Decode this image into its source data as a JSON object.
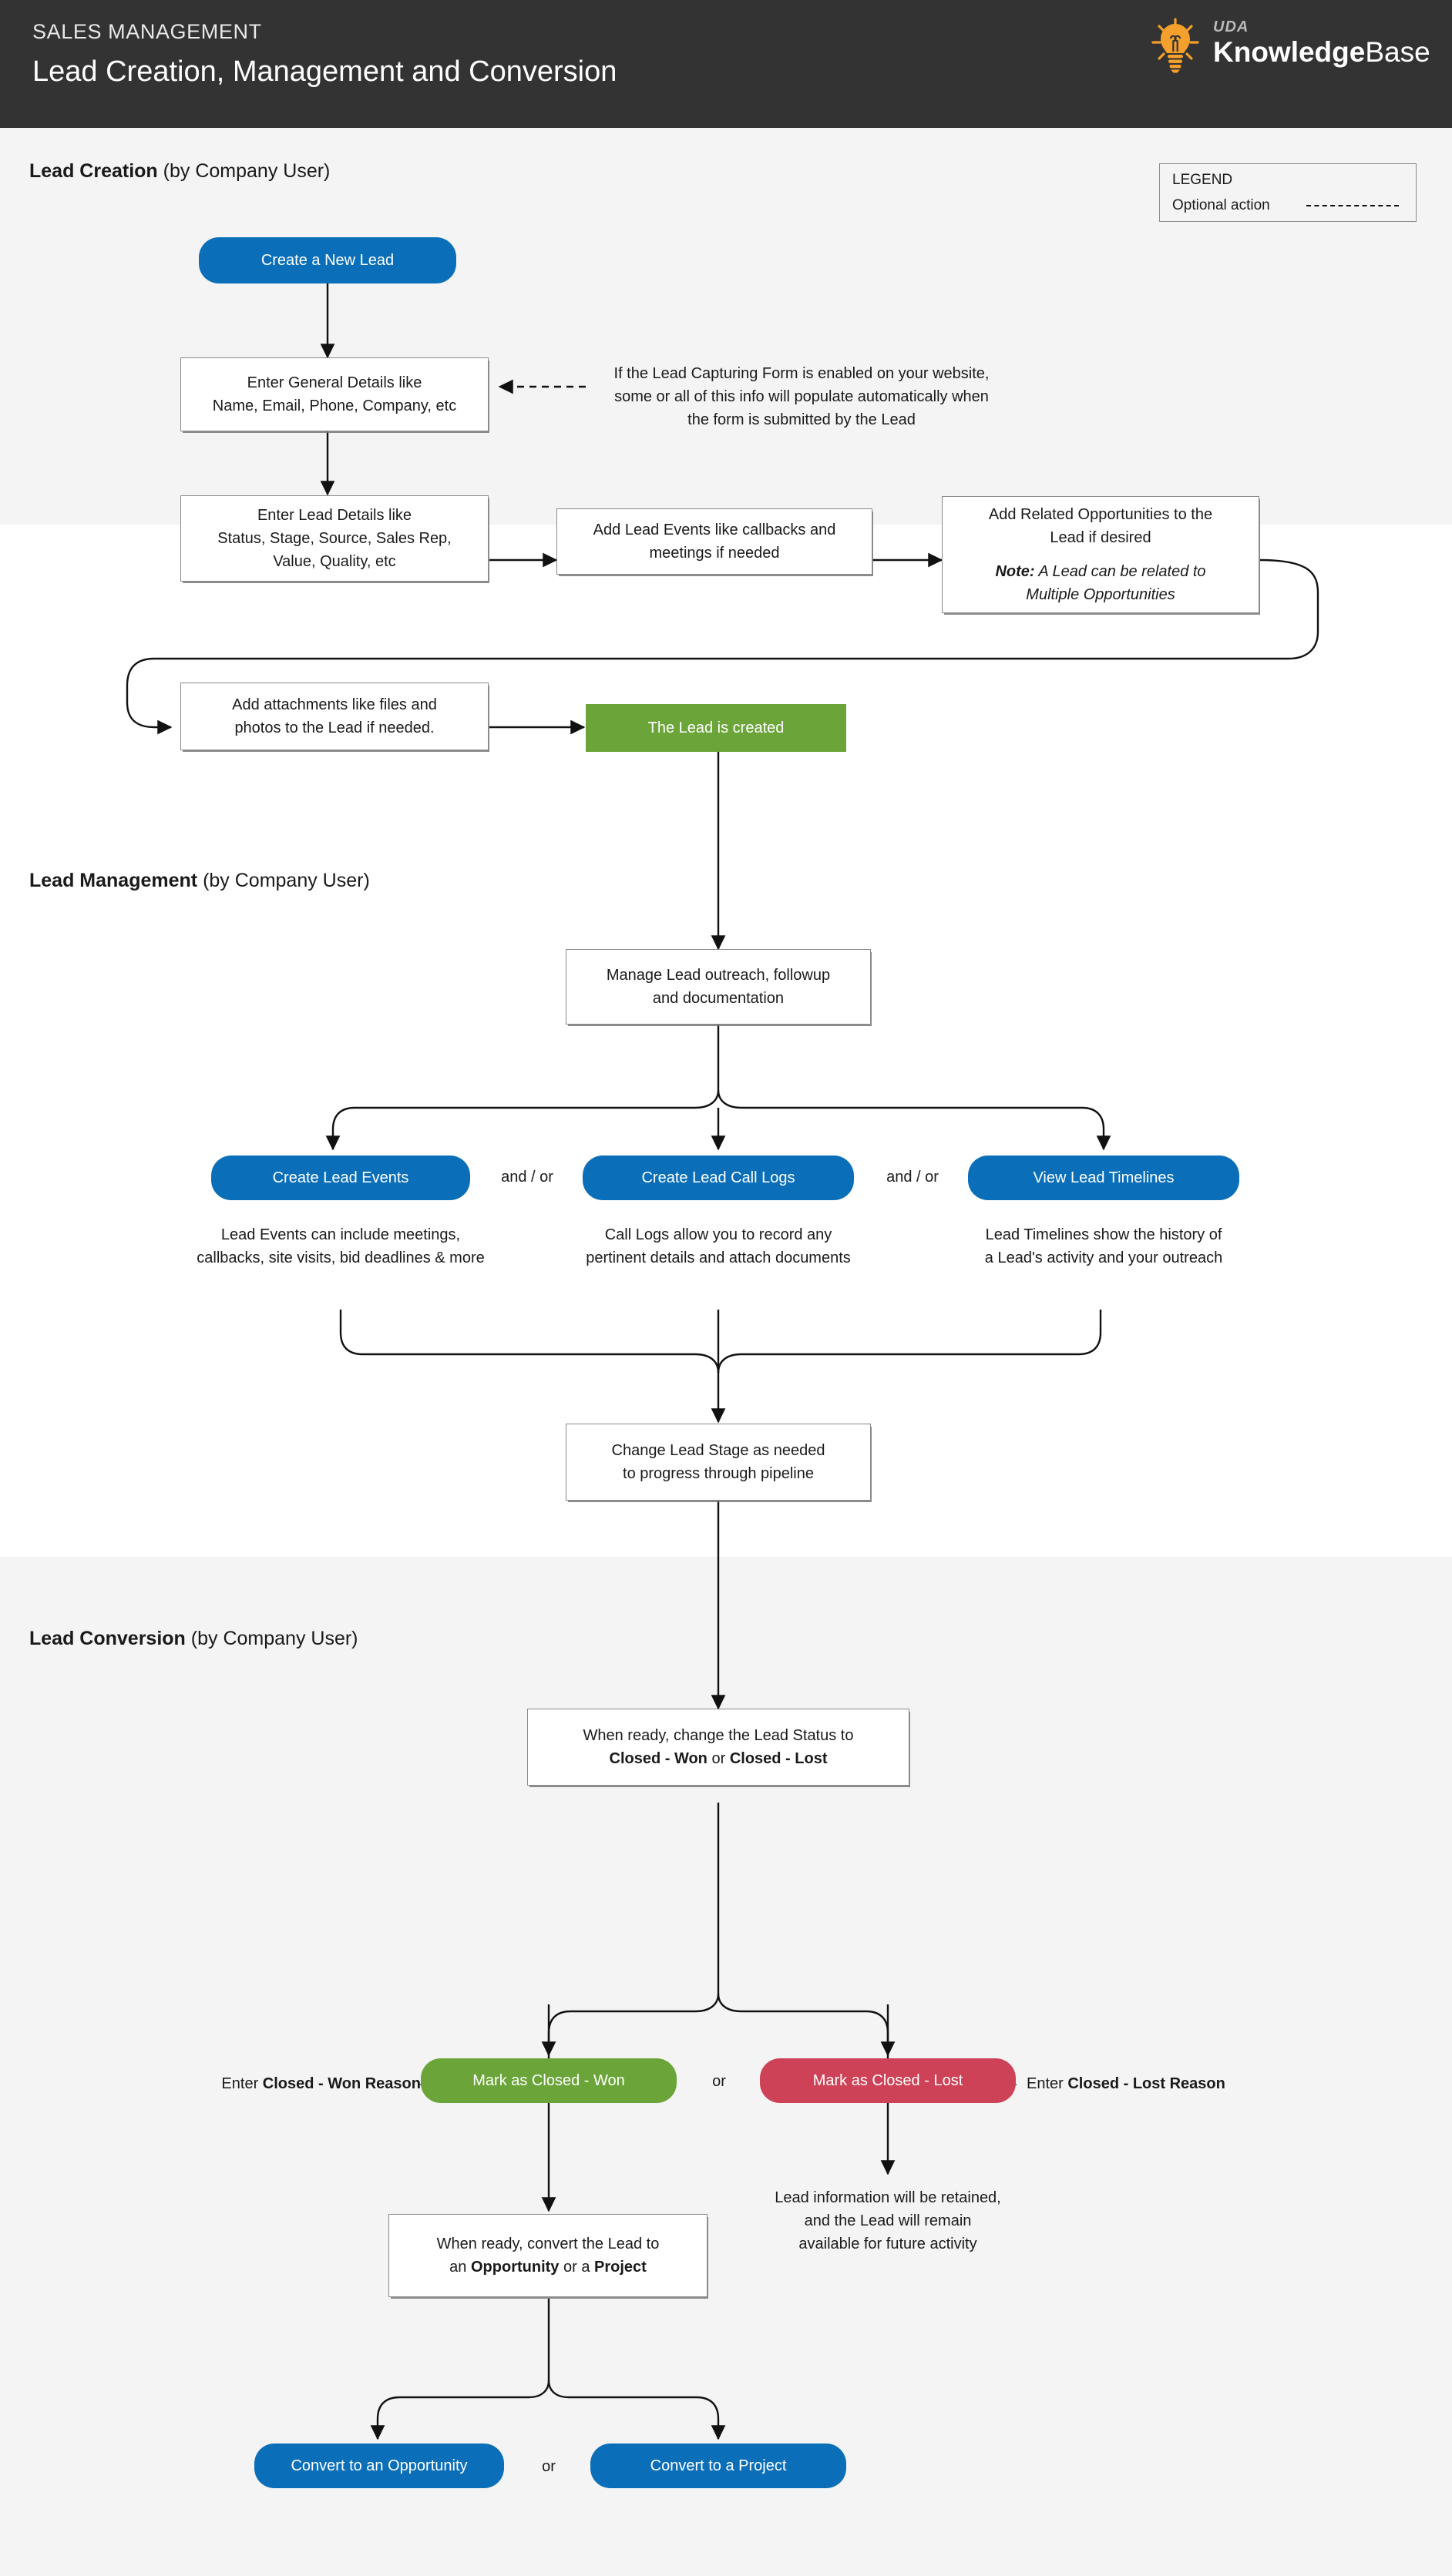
{
  "header": {
    "eyebrow": "SALES MANAGEMENT",
    "title": "Lead Creation, Management and Conversion",
    "logo_uda": "UDA",
    "logo_knowledge": "Knowledge",
    "logo_base": "Base",
    "logo_icon": "lightbulb-icon",
    "bg_color": "#333333",
    "accent_color": "#f5a02d"
  },
  "legend": {
    "title": "LEGEND",
    "optional_label": "Optional action"
  },
  "sections": [
    {
      "name": "Lead Creation",
      "actor": "(by Company User)"
    },
    {
      "name": "Lead Management",
      "actor": "(by Company User)"
    },
    {
      "name": "Lead Conversion",
      "actor": "(by Company User)"
    }
  ],
  "creation": {
    "start_button": "Create a New Lead",
    "general_details": "Enter General Details like\nName, Email, Phone, Company, etc",
    "capture_note": "If the Lead Capturing Form is enabled on your website,\nsome or all of this info will populate automatically when\nthe form is submitted by the Lead",
    "lead_details": "Enter Lead Details like\nStatus, Stage, Source, Sales Rep,\nValue, Quality, etc",
    "lead_events": "Add Lead Events like callbacks and\nmeetings if needed",
    "related_opps_main": "Add Related Opportunities to the\nLead if desired",
    "related_opps_note_label": "Note:",
    "related_opps_note_text": " A Lead can be related to\nMultiple Opportunities",
    "attachments": "Add attachments like files and\nphotos to the Lead if needed.",
    "created": "The Lead is created"
  },
  "management": {
    "manage": "Manage Lead outreach, followup\nand documentation",
    "branches": [
      {
        "button": "Create Lead Events",
        "caption": "Lead Events can include meetings,\ncallbacks, site visits, bid deadlines & more"
      },
      {
        "button": "Create Lead Call Logs",
        "caption": "Call Logs allow you to record any\npertinent details and attach documents"
      },
      {
        "button": "View Lead Timelines",
        "caption": "Lead Timelines show the history of\na Lead's activity and your outreach"
      }
    ],
    "conjunction": "and / or",
    "change_stage": "Change Lead Stage as needed\nto progress through pipeline"
  },
  "conversion": {
    "status_line1": "When ready, change the Lead Status to",
    "status_won": "Closed - Won",
    "status_or": " or ",
    "status_lost": "Closed - Lost",
    "won_button": "Mark as Closed - Won",
    "lost_button": "Mark as Closed - Lost",
    "or_label": "or",
    "won_reason_prefix": "Enter ",
    "won_reason_bold": "Closed - Won Reason",
    "lost_reason_prefix": "Enter ",
    "lost_reason_bold": "Closed - Lost Reason",
    "retained_note": "Lead information will be retained,\nand the Lead will remain\navailable for future activity",
    "convert_line1": "When ready, convert the Lead to",
    "convert_pre": "an ",
    "convert_opportunity": "Opportunity",
    "convert_mid": " or a ",
    "convert_project": "Project",
    "convert_opp_button": "Convert to an Opportunity",
    "convert_proj_button": "Convert to a Project",
    "convert_or_label": "or"
  },
  "colors": {
    "blue": "#0a6fb8",
    "green": "#6ba539",
    "red": "#ce4257",
    "band_gray": "#f4f4f4",
    "band_white": "#ffffff",
    "line": "#111111"
  }
}
